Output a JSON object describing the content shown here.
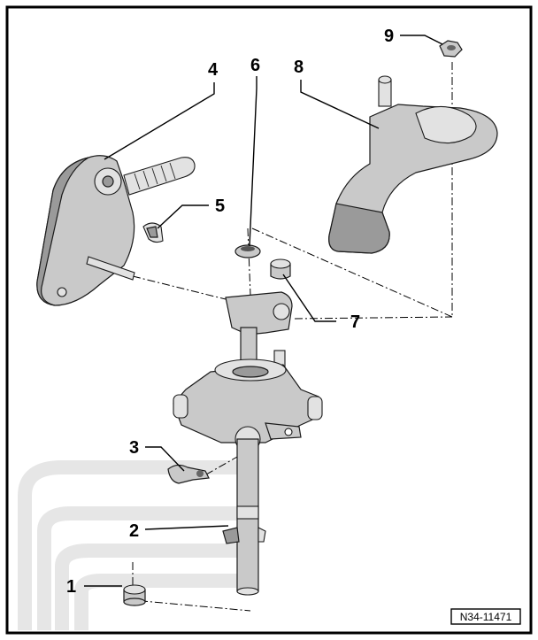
{
  "callouts": [
    {
      "id": "1",
      "label": "1"
    },
    {
      "id": "2",
      "label": "2"
    },
    {
      "id": "3",
      "label": "3"
    },
    {
      "id": "4",
      "label": "4"
    },
    {
      "id": "5",
      "label": "5"
    },
    {
      "id": "6",
      "label": "6"
    },
    {
      "id": "7",
      "label": "7"
    },
    {
      "id": "8",
      "label": "8"
    },
    {
      "id": "9",
      "label": "9"
    }
  ],
  "reference_code": "N34-11471",
  "colors": {
    "frame": "#000000",
    "part_fill": "#c9c9c9",
    "part_shadow": "#9a9a9a",
    "watermark": "#e6e6e6"
  }
}
